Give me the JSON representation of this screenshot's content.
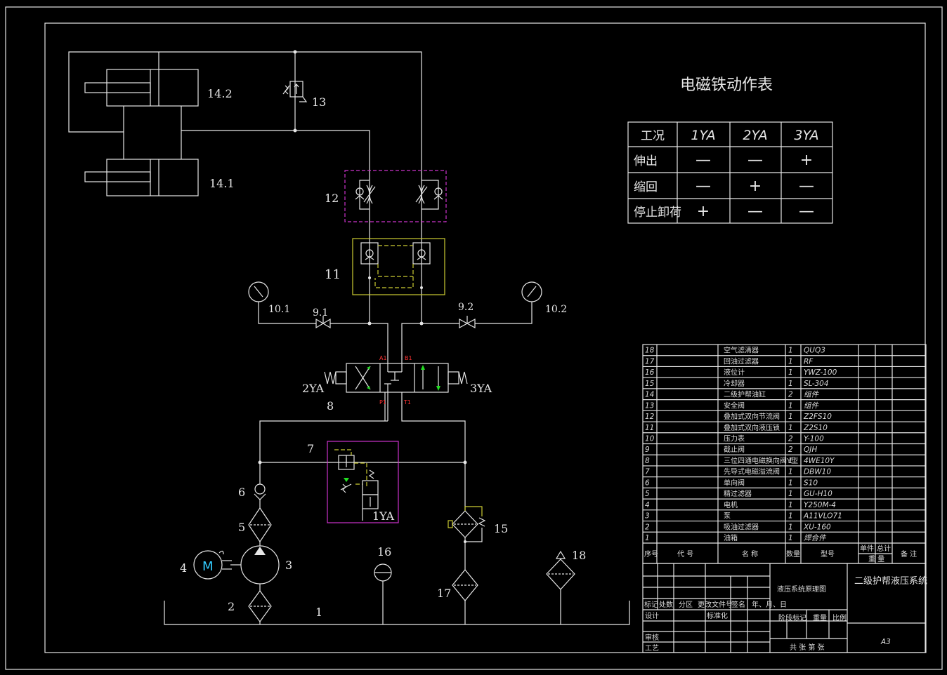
{
  "diagram": {
    "labels": {
      "c142": "14.2",
      "c141": "14.1",
      "v13": "13",
      "v12": "12",
      "v11": "11",
      "g101": "10.1",
      "g102": "10.2",
      "s91": "9.1",
      "s92": "9.2",
      "sol2": "2YA",
      "sol3": "3YA",
      "v8": "8",
      "v7": "7",
      "sol1": "1YA",
      "c6": "6",
      "c5": "5",
      "c4": "4",
      "c3": "3",
      "c2": "2",
      "c1": "1",
      "c16": "16",
      "c17": "17",
      "c15": "15",
      "c18": "18",
      "motor": "M",
      "portA": "A1",
      "portB": "B1",
      "portP": "P1",
      "portT": "T1"
    }
  },
  "action_table": {
    "title": "电磁铁动作表",
    "headers": [
      "工况",
      "1YA",
      "2YA",
      "3YA"
    ],
    "rows": [
      [
        "伸出",
        "—",
        "—",
        "+"
      ],
      [
        "缩回",
        "—",
        "+",
        "—"
      ],
      [
        "停止卸荷",
        "+",
        "—",
        "—"
      ]
    ]
  },
  "parts_list": [
    {
      "no": "18",
      "name": "空气滤清器",
      "qty": "1",
      "model": "QUQ3"
    },
    {
      "no": "17",
      "name": "回油过滤器",
      "qty": "1",
      "model": "RF"
    },
    {
      "no": "16",
      "name": "液位计",
      "qty": "1",
      "model": "YWZ-100"
    },
    {
      "no": "15",
      "name": "冷却器",
      "qty": "1",
      "model": "SL-304"
    },
    {
      "no": "14",
      "name": "二级护帮油缸",
      "qty": "2",
      "model": "组件"
    },
    {
      "no": "13",
      "name": "安全阀",
      "qty": "1",
      "model": "组件"
    },
    {
      "no": "12",
      "name": "叠加式双向节流阀",
      "qty": "1",
      "model": "Z2FS10"
    },
    {
      "no": "11",
      "name": "叠加式双向液压锁",
      "qty": "1",
      "model": "Z2S10"
    },
    {
      "no": "10",
      "name": "压力表",
      "qty": "2",
      "model": "Y-100"
    },
    {
      "no": "9",
      "name": "截止阀",
      "qty": "2",
      "model": "QJH"
    },
    {
      "no": "8",
      "name": "三位四通电磁换向阀Y型",
      "qty": "1",
      "model": "4WE10Y"
    },
    {
      "no": "7",
      "name": "先导式电磁溢流阀",
      "qty": "1",
      "model": "DBW10"
    },
    {
      "no": "6",
      "name": "单向阀",
      "qty": "1",
      "model": "S10"
    },
    {
      "no": "5",
      "name": "精过滤器",
      "qty": "1",
      "model": "GU-H10"
    },
    {
      "no": "4",
      "name": "电机",
      "qty": "1",
      "model": "Y250M-4"
    },
    {
      "no": "3",
      "name": "泵",
      "qty": "1",
      "model": "A11VLO71"
    },
    {
      "no": "2",
      "name": "吸油过滤器",
      "qty": "1",
      "model": "XU-160"
    },
    {
      "no": "1",
      "name": "油箱",
      "qty": "1",
      "model": "焊合件"
    }
  ],
  "parts_header": {
    "no": "序号",
    "code": "代 号",
    "name": "名 称",
    "qty": "数量",
    "model": "型号",
    "unit": "单件",
    "total": "总计",
    "weight": "重 量",
    "remark": "备 注"
  },
  "title_block": {
    "drawing_name": "液压系统原理图",
    "system_name": "二级护帮液压系统",
    "size": "A3",
    "rev_row": [
      "标记",
      "处数",
      "分区",
      "更改文件号",
      "签名",
      "年、月、日"
    ],
    "design": "设计",
    "standardize": "标准化",
    "stage": "阶段标记",
    "weight": "重量",
    "scale": "比例",
    "review": "审核",
    "process": "工艺",
    "sheets": "共  张  第  张"
  }
}
